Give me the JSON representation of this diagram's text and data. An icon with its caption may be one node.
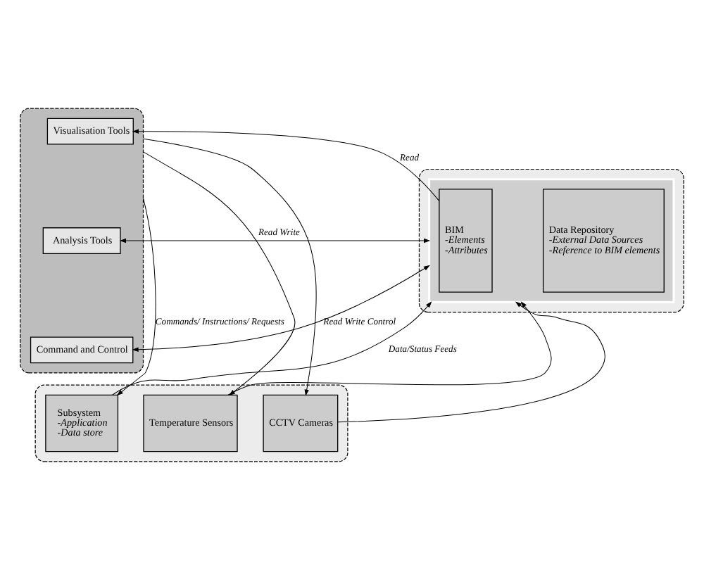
{
  "diagram": {
    "nodes": [
      {
        "text": [],
        "shape": "box"
      },
      {
        "text": [
          "Visualisation Tools"
        ],
        "in": 0
      },
      {
        "text": [
          "Analysis Tools"
        ],
        "in": 0
      },
      {
        "text": [
          "Command and Control"
        ],
        "in": 0
      },
      {
        "text": [],
        "shape": "box"
      },
      {
        "text": [],
        "shape": "box",
        "in": 4
      },
      {
        "text": [
          "BIM",
          "-Elements",
          "-Attributes"
        ],
        "in": 5
      },
      {
        "text": [
          "Data Repository",
          "-External Data Sources",
          "-Reference to BIM elements"
        ],
        "in": 5
      },
      {
        "text": [],
        "shape": "box"
      },
      {
        "text": [
          "Subsystem",
          "-Application",
          "-Data store"
        ],
        "in": 8
      },
      {
        "text": [
          "Temperature Sensors"
        ],
        "in": 8
      },
      {
        "text": [
          "CCTV Cameras"
        ],
        "in": 8
      }
    ],
    "edges": [
      {
        "from": 6,
        "to": 1,
        "arrow": "to",
        "label": "Read"
      },
      {
        "from": 2,
        "to": 5,
        "arrow": "both",
        "label": "Read Write"
      },
      {
        "from": 3,
        "to": 5,
        "arrow": "both",
        "label": "Read Write Control"
      },
      {
        "from": 0,
        "to": 9,
        "arrow": "to",
        "label": "Commands/ Instructions/ Requests"
      },
      {
        "from": 0,
        "to": 10,
        "arrow": "to"
      },
      {
        "from": 0,
        "to": 11,
        "arrow": "to"
      },
      {
        "from": 9,
        "to": 5,
        "arrow": "to",
        "label": "Data/Status Feeds"
      },
      {
        "from": 10,
        "to": 5,
        "arrow": "to"
      },
      {
        "from": 11,
        "to": 5,
        "arrow": "to"
      }
    ]
  }
}
